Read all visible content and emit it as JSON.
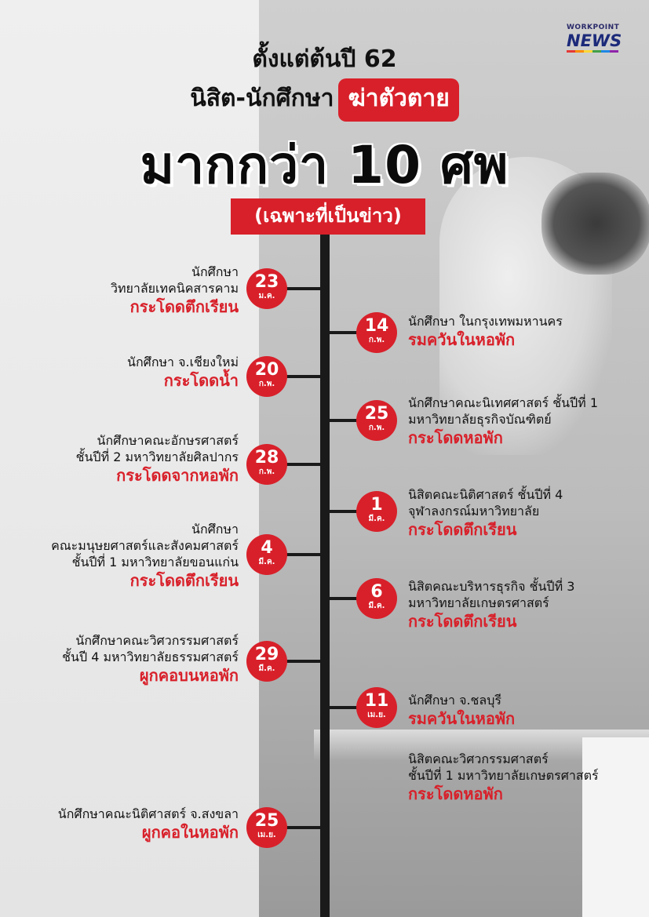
{
  "logo": {
    "top": "WORKPOINT",
    "main": "NEWS",
    "bar_colors": [
      "#e53935",
      "#fb8c00",
      "#fdd835",
      "#43a047",
      "#1e88e5",
      "#8e24aa"
    ]
  },
  "header": {
    "line1": "ตั้งแต่ต้นปี 62",
    "line2_prefix": "นิสิต-นักศึกษา",
    "line2_highlight": "ฆ่าตัวตาย",
    "line3": "มากกว่า 10 ศพ",
    "subtitle": "(เฉพาะที่เป็นข่าว)"
  },
  "colors": {
    "accent": "#d8202a",
    "line": "#1a1a1a"
  },
  "timeline": [
    {
      "side": "left",
      "day": "23",
      "month": "ม.ค.",
      "desc": "นักศึกษา\nวิทยาลัยเทคนิคสารคาม",
      "action": "กระโดดตึกเรียน"
    },
    {
      "side": "right",
      "day": "14",
      "month": "ก.พ.",
      "desc": "นักศึกษา ในกรุงเทพมหานคร",
      "action": "รมควันในหอพัก"
    },
    {
      "side": "left",
      "day": "20",
      "month": "ก.พ.",
      "desc": "นักศึกษา จ.เชียงใหม่",
      "action": "กระโดดน้ำ"
    },
    {
      "side": "right",
      "day": "25",
      "month": "ก.พ.",
      "desc": "นักศึกษาคณะนิเทศศาสตร์ ชั้นปีที่ 1\nมหาวิทยาลัยธุรกิจบัณฑิตย์",
      "action": "กระโดดหอพัก"
    },
    {
      "side": "left",
      "day": "28",
      "month": "ก.พ.",
      "desc": "นักศึกษาคณะอักษรศาสตร์\nชั้นปีที่ 2 มหาวิทยาลัยศิลปากร",
      "action": "กระโดดจากหอพัก"
    },
    {
      "side": "right",
      "day": "1",
      "month": "มี.ค.",
      "desc": "นิสิตคณะนิติศาสตร์ ชั้นปีที่ 4\nจุฬาลงกรณ์มหาวิทยาลัย",
      "action": "กระโดดตึกเรียน"
    },
    {
      "side": "left",
      "day": "4",
      "month": "มี.ค.",
      "desc": "นักศึกษา\nคณะมนุษยศาสตร์และสังคมศาสตร์\nชั้นปีที่ 1 มหาวิทยาลัยขอนแก่น",
      "action": "กระโดดตึกเรียน"
    },
    {
      "side": "right",
      "day": "6",
      "month": "มี.ค.",
      "desc": "นิสิตคณะบริหารธุรกิจ ชั้นปีที่ 3\nมหาวิทยาลัยเกษตรศาสตร์",
      "action": "กระโดดตึกเรียน"
    },
    {
      "side": "left",
      "day": "29",
      "month": "มี.ค.",
      "desc": "นักศึกษาคณะวิศวกรรมศาสตร์\nชั้นปี 4 มหาวิทยาลัยธรรมศาสตร์",
      "action": "ผูกคอบนหอพัก"
    },
    {
      "side": "right",
      "day": "11",
      "month": "เม.ย.",
      "desc": "นักศึกษา จ.ชลบุรี",
      "action": "รมควันในหอพัก"
    },
    {
      "side": "right",
      "day": "",
      "month": "",
      "desc": "นิสิตคณะวิศวกรรมศาสตร์\nชั้นปีที่ 1 มหาวิทยาลัยเกษตรศาสตร์",
      "action": "กระโดดหอพัก"
    },
    {
      "side": "left",
      "day": "25",
      "month": "เม.ย.",
      "desc": "นักศึกษาคณะนิติศาสตร์ จ.สงขลา",
      "action": "ผูกคอในหอพัก"
    }
  ]
}
